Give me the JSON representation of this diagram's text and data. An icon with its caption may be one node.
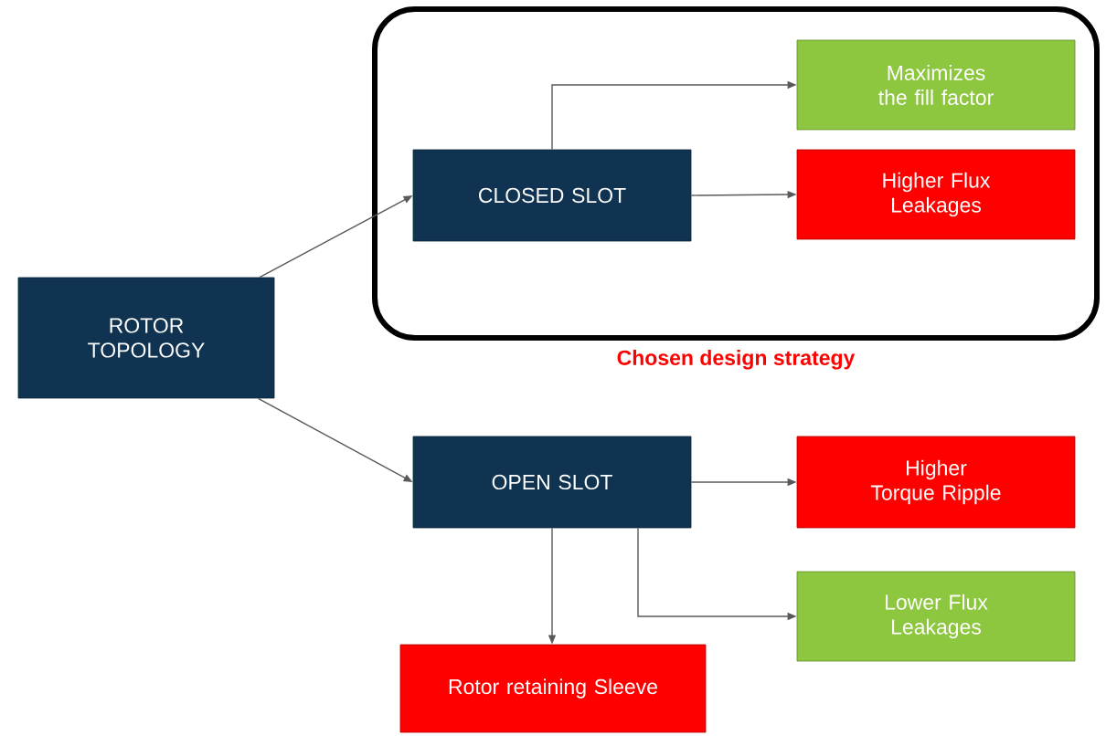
{
  "diagram": {
    "nodes": [
      {
        "text": [
          "ROTOR TOPOLOGY"
        ]
      },
      {
        "text": [],
        "shape": "box",
        "beside": [
          "Chosen design strategy"
        ]
      },
      {
        "text": [
          "CLOSED SLOT"
        ],
        "in": 1
      },
      {
        "text": [
          "Maximizes the fill factor"
        ],
        "in": 1
      },
      {
        "text": [
          "Higher Flux Leakages"
        ],
        "in": 1
      },
      {
        "text": [
          "OPEN SLOT"
        ]
      },
      {
        "text": [
          "Higher Torque Ripple"
        ]
      },
      {
        "text": [
          "Lower Flux Leakages"
        ]
      },
      {
        "text": [
          "Rotor retaining Sleeve"
        ]
      }
    ],
    "edges": [
      {
        "from": 0,
        "to": 2,
        "arrow": "to"
      },
      {
        "from": 0,
        "to": 5,
        "arrow": "to"
      },
      {
        "from": 2,
        "to": 3,
        "arrow": "to"
      },
      {
        "from": 2,
        "to": 4,
        "arrow": "to"
      },
      {
        "from": 5,
        "to": 6,
        "arrow": "to"
      },
      {
        "from": 5,
        "to": 7,
        "arrow": "to"
      },
      {
        "from": 5,
        "to": 8,
        "arrow": "to"
      }
    ]
  }
}
